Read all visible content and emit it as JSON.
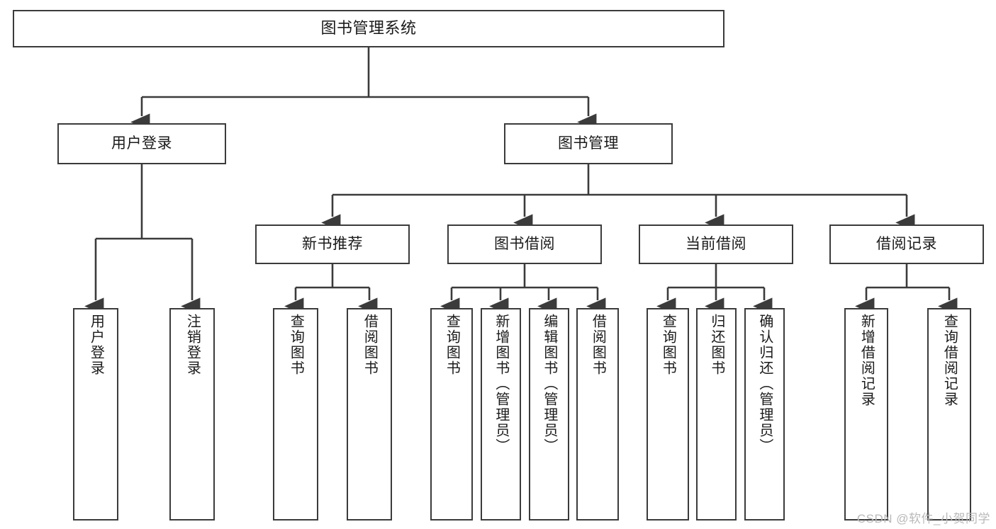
{
  "diagram": {
    "title": "图书管理系统",
    "type": "tree-hierarchy-chart",
    "background_color": "#ffffff",
    "line_color": "#3b3b3b",
    "box_border_color": "#3b3b3b",
    "box_fill_color": "#ffffff",
    "text_color": "#1a1a1a"
  },
  "watermark": {
    "text": "CSDN @软件_小贺同学",
    "color": "#b9b9b9"
  },
  "nodes": {
    "root": {
      "label": "图书管理系统"
    },
    "level2": [
      {
        "id": "user-login",
        "label": "用户登录"
      },
      {
        "id": "book-manage",
        "label": "图书管理"
      }
    ],
    "level3": [
      {
        "id": "new-book-recommend",
        "label": "新书推荐"
      },
      {
        "id": "book-borrow",
        "label": "图书借阅"
      },
      {
        "id": "current-borrow",
        "label": "当前借阅"
      },
      {
        "id": "borrow-record",
        "label": "借阅记录"
      }
    ],
    "leaves": [
      {
        "id": "leaf-user-login",
        "label": "用户登录",
        "parent": "user-login"
      },
      {
        "id": "leaf-user-logout",
        "label": "注销登录",
        "parent": "user-login"
      },
      {
        "id": "leaf-query-book-1",
        "label": "查询图书",
        "parent": "new-book-recommend"
      },
      {
        "id": "leaf-borrow-book-1",
        "label": "借阅图书",
        "parent": "new-book-recommend"
      },
      {
        "id": "leaf-query-book-2",
        "label": "查询图书",
        "parent": "book-borrow"
      },
      {
        "id": "leaf-add-book",
        "label": "新增图书（管理员）",
        "parent": "book-borrow"
      },
      {
        "id": "leaf-edit-book",
        "label": "编辑图书（管理员）",
        "parent": "book-borrow"
      },
      {
        "id": "leaf-borrow-book-2",
        "label": "借阅图书",
        "parent": "book-borrow"
      },
      {
        "id": "leaf-query-book-3",
        "label": "查询图书",
        "parent": "current-borrow"
      },
      {
        "id": "leaf-return-book",
        "label": "归还图书",
        "parent": "current-borrow"
      },
      {
        "id": "leaf-confirm-return",
        "label": "确认归还（管理员）",
        "parent": "current-borrow"
      },
      {
        "id": "leaf-add-record",
        "label": "新增借阅记录",
        "parent": "borrow-record"
      },
      {
        "id": "leaf-query-record",
        "label": "查询借阅记录",
        "parent": "borrow-record"
      }
    ]
  }
}
